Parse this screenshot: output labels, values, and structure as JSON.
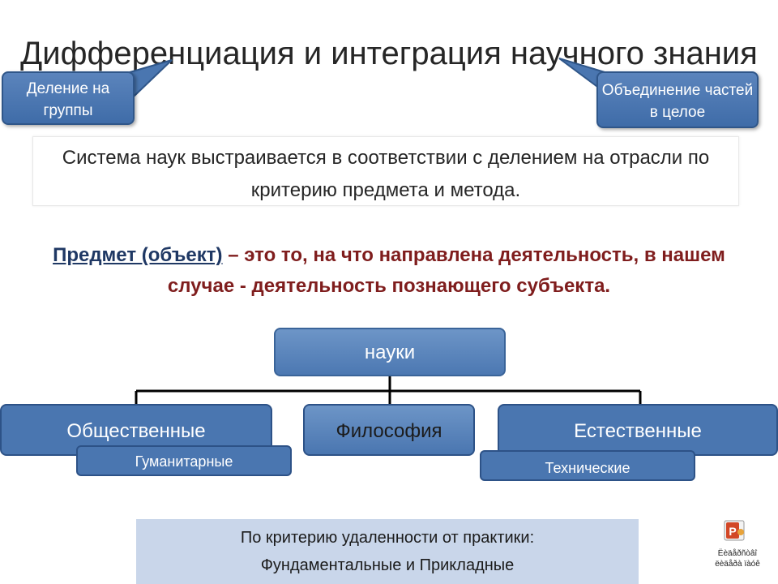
{
  "title": "Дифференциация и интеграция научного знания",
  "callouts": {
    "left": "Деление на группы",
    "right": "Объединение частей в целое"
  },
  "system_text": "Система наук выстраивается в соответствии с делением на отрасли по критерию предмета и метода.",
  "definition": {
    "term": "Предмет (объект)",
    "text": " – это то, на что направлена деятельность, в нашем случае - деятельность познающего субъекта."
  },
  "hierarchy": {
    "root": "науки",
    "branches": [
      "Общественные",
      "Философия",
      "Естественные"
    ],
    "sub_branches": [
      "Гуманитарные",
      "Технические"
    ]
  },
  "practice": {
    "line1": "По критерию удаленности от практики:",
    "line2": "Фундаментальные и Прикладные"
  },
  "ppt_caption": "Ëèäåðñòâî ëèäåðà ïàóê",
  "colors": {
    "node_fill": "#4a76b0",
    "node_border": "#2d5287",
    "definition_text": "#7f1d1d",
    "term_text": "#1f3864",
    "practice_fill": "#c9d6ea"
  }
}
